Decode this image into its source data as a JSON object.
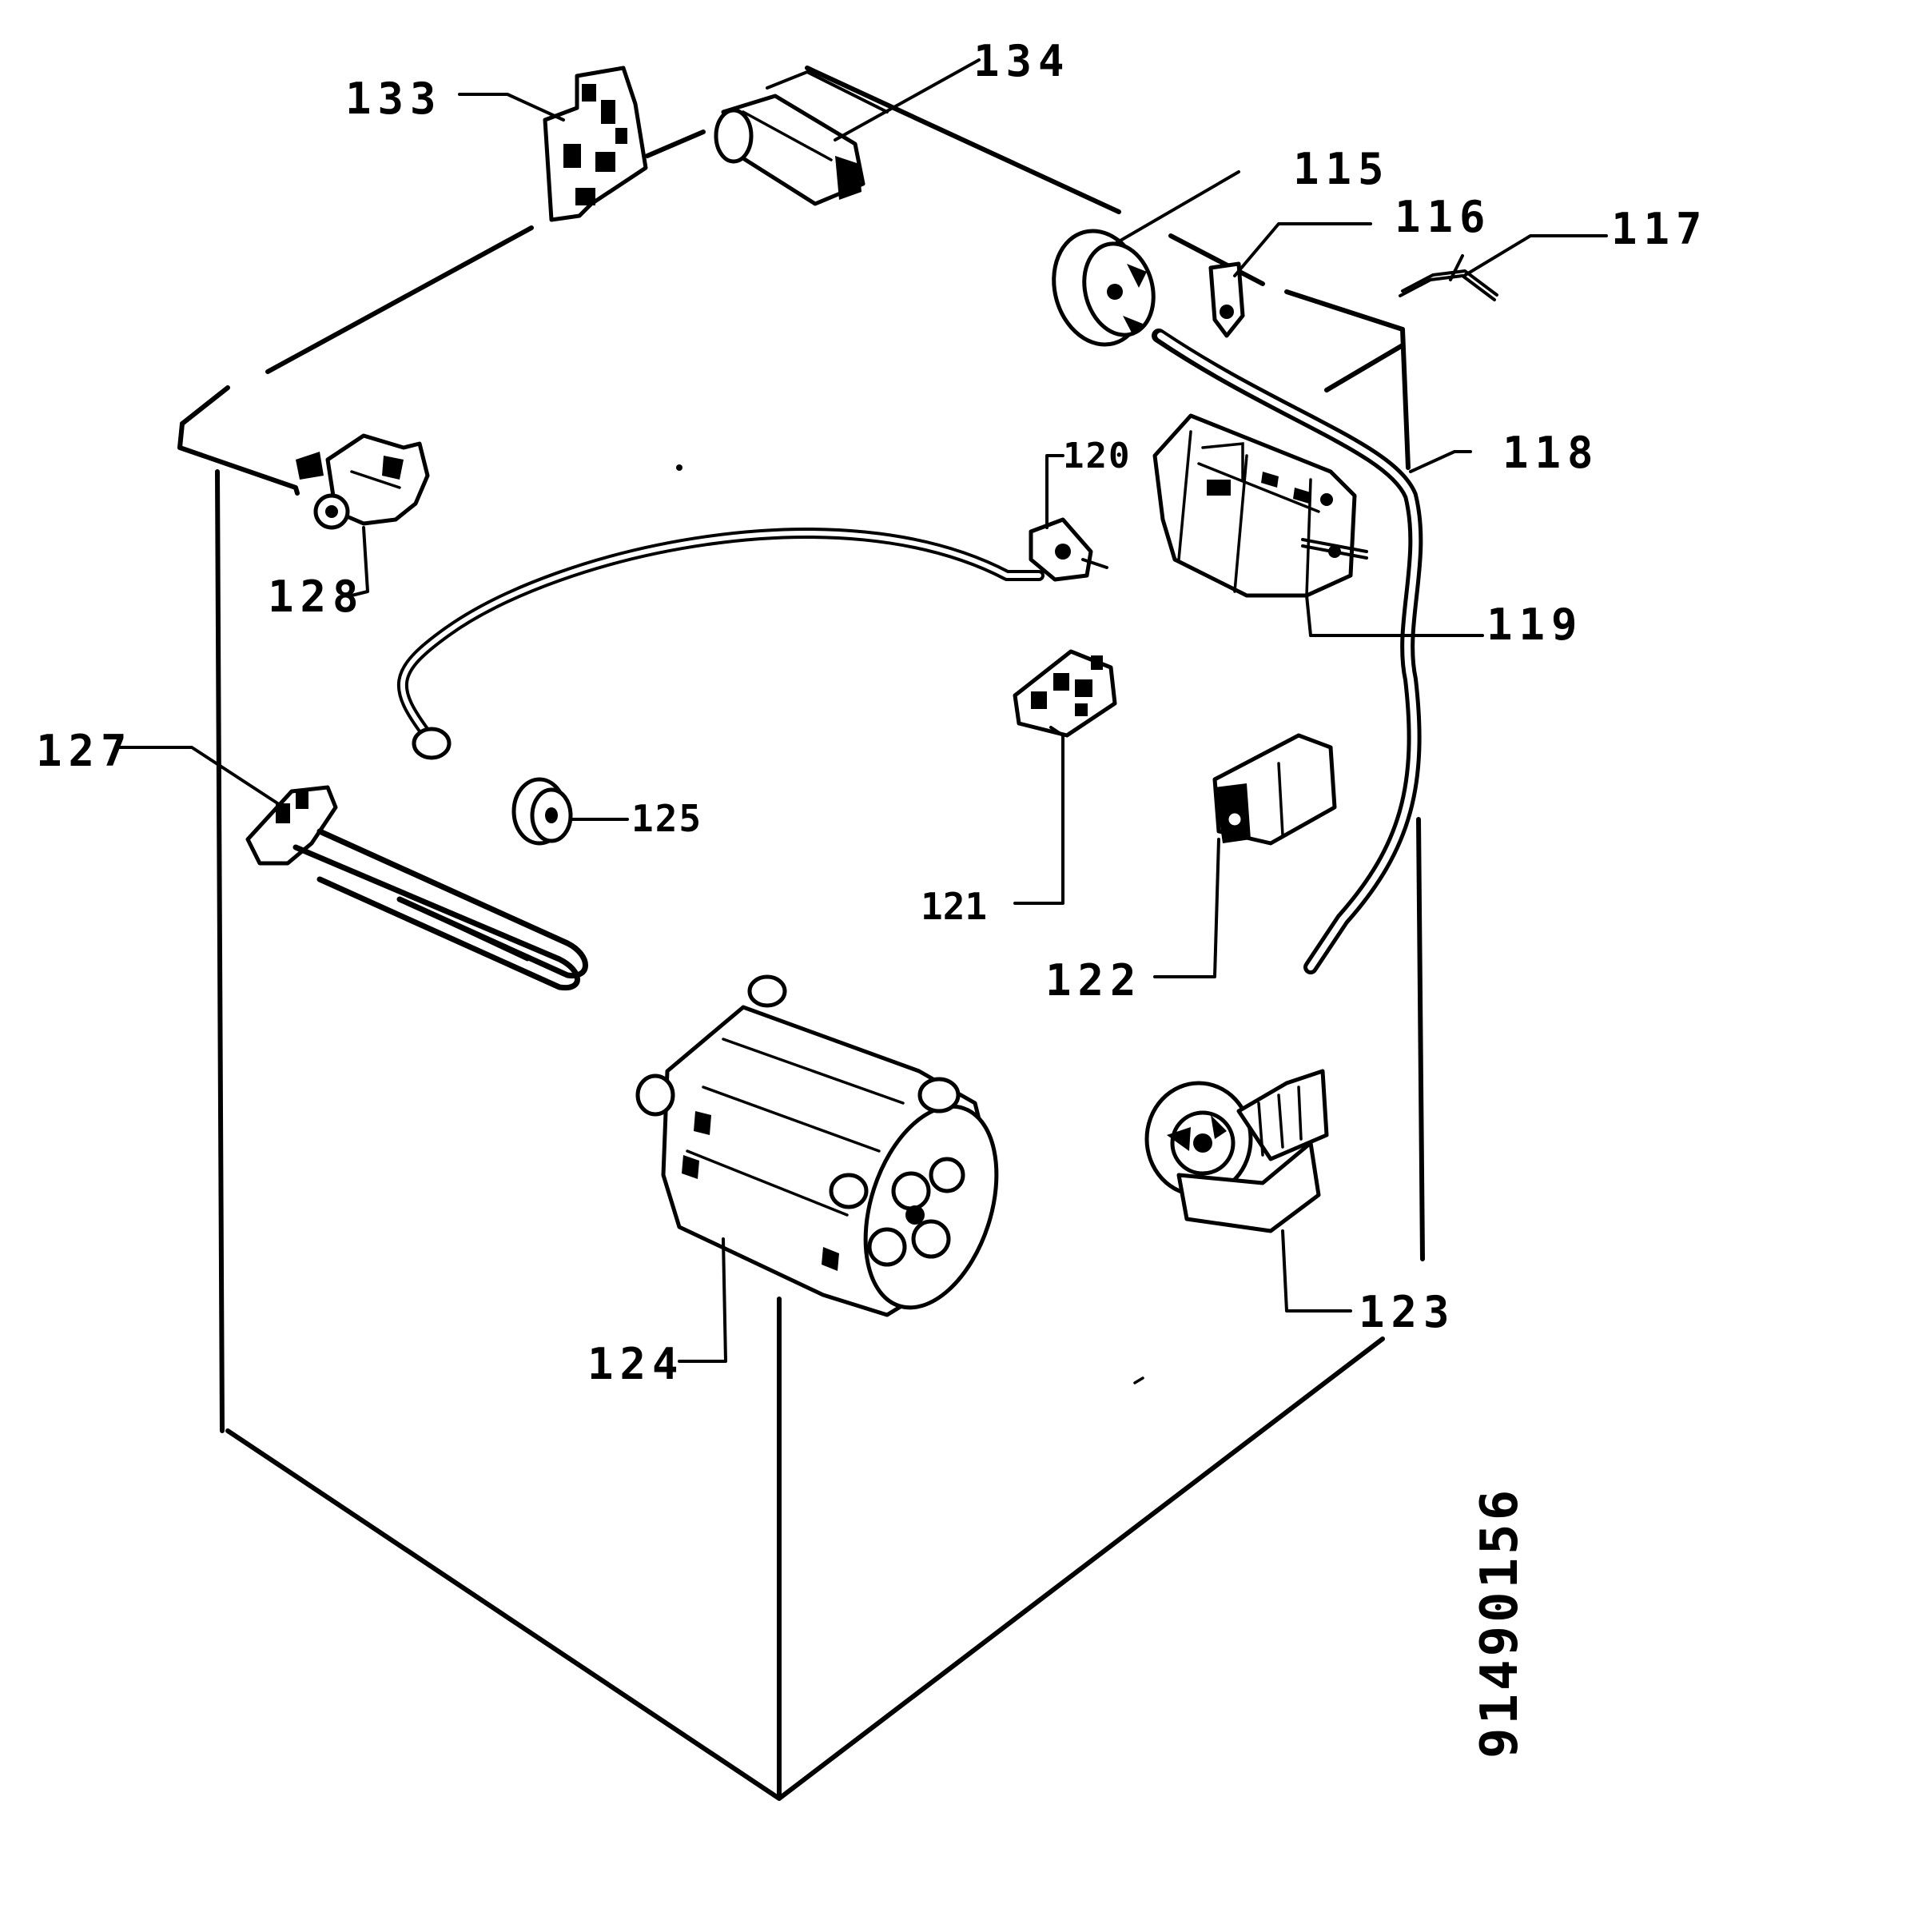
{
  "callouts": {
    "c115": "115",
    "c116": "116",
    "c117": "117",
    "c118": "118",
    "c119": "119",
    "c120": "120",
    "c121": "121",
    "c122": "122",
    "c123": "123",
    "c124": "124",
    "c125": "125",
    "c127": "127",
    "c128": "128",
    "c133": "133",
    "c134": "134"
  },
  "drawing_code": "91490156"
}
